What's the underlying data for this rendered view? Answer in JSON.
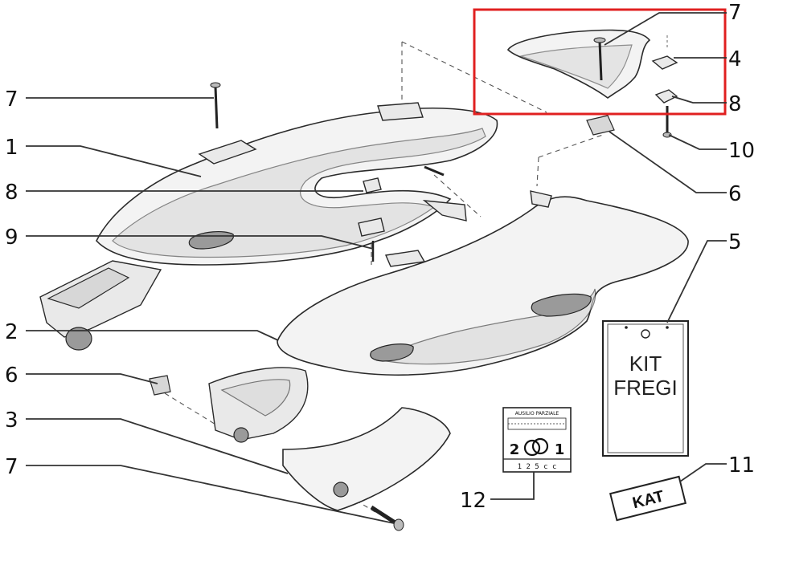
{
  "callouts": {
    "c7_top_left": "7",
    "c1": "1",
    "c8_left": "8",
    "c9": "9",
    "c2": "2",
    "c6_left": "6",
    "c3": "3",
    "c7_bottom_left": "7",
    "c7_top_right": "7",
    "c4": "4",
    "c8_right": "8",
    "c10": "10",
    "c6_right": "6",
    "c5": "5",
    "c11": "11",
    "c12": "12"
  },
  "kit_box": {
    "line1": "KIT",
    "line2": "FREGI"
  },
  "kat_label": "KAT",
  "decal": {
    "header": "AUSILIO PARZIALE",
    "left_digit": "2",
    "right_digit": "1",
    "footer": "1 2 5 c c"
  },
  "highlight_color": "#e02020"
}
